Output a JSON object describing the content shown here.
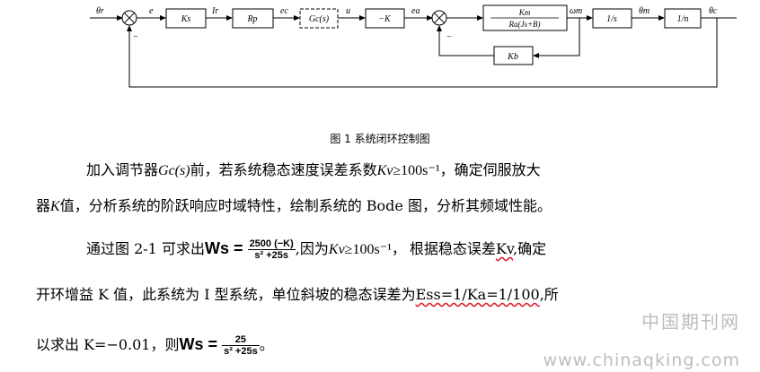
{
  "diagram": {
    "signals": {
      "theta_r": "θr",
      "e": "e",
      "I_r": "Ir",
      "e_c": "ec",
      "u": "u",
      "e_a": "ea",
      "omega_m": "ωm",
      "theta_m": "θm",
      "theta_c": "θc"
    },
    "blocks": {
      "k1": "Ks",
      "k2": "Rp",
      "gc": "Gc(s)",
      "k3": "−K",
      "motor_num": "Km",
      "motor_den": "Ra(Js+B)",
      "integ": "1/s",
      "gear": "1/n",
      "kb": "Kb"
    },
    "minus": "−"
  },
  "caption": "图 1  系统闭环控制图",
  "paragraphs": {
    "p1_a": "加入调节器",
    "p1_gc": "Gc(s)",
    "p1_b": "前，若系统稳态速度误差系数",
    "p1_kv": "Kv",
    "p1_c": "≥100s⁻¹，确定伺服放大",
    "p2_a": "器",
    "p2_k": "K",
    "p2_b": "值，分析系统的阶跃响应时域特性，绘制系统的 Bode 图，分析其频域性能。",
    "p3_a": "通过图 2-1 可求出",
    "p3_ws": "Ws =",
    "p3_num": "2500 (−K)",
    "p3_den": "s² +25s",
    "p3_b": ",因为",
    "p3_kv": "Kv",
    "p3_c": "≥100s⁻¹，  根据稳态误差",
    "p3_kv2": "Kv",
    "p3_d": ",确定",
    "p4_a": "开环增益 K 值，此系统为 I 型系统，单位斜坡的稳态误差为",
    "p4_ess": "Ess=1/Ka=1/100",
    "p4_b": ",所",
    "p5_a": "以求出 K=−0.01，则",
    "p5_ws": "Ws =",
    "p5_num": "25",
    "p5_den": "s² +25s",
    "p5_b": "。"
  },
  "watermark": {
    "cn": "中国期刊网",
    "url": "www.chinaqking.com"
  }
}
